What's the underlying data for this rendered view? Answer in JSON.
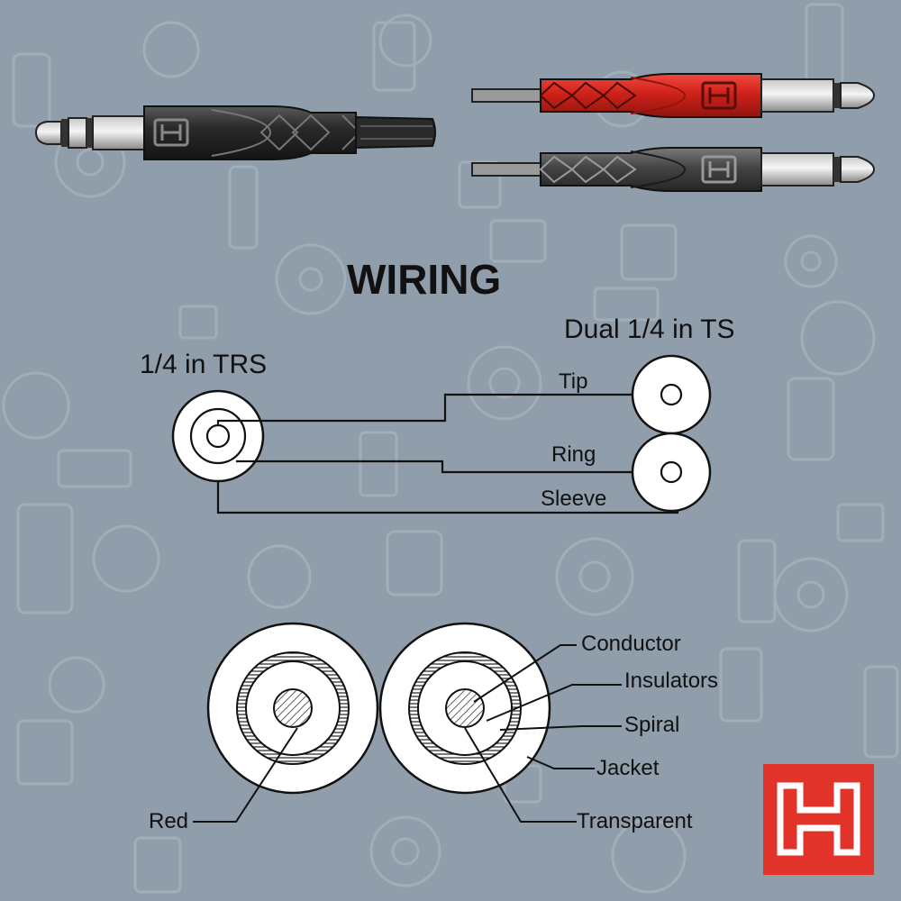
{
  "wiring": {
    "title": "WIRING",
    "trs_label": "1/4 in TRS",
    "ts_label": "Dual 1/4 in TS",
    "wires": [
      "Tip",
      "Ring",
      "Sleeve"
    ]
  },
  "cross_section": {
    "parts": [
      "Conductor",
      "Insulators",
      "Spiral",
      "Jacket",
      "Transparent"
    ],
    "left_core_label": "Red"
  },
  "brand": {
    "logo_color": "#e2332b",
    "logo_icon": "hosa-h-logo-icon"
  },
  "colors": {
    "background": "#8f9eaa",
    "line": "#111111",
    "red_plug": "#d42a24",
    "black_plug": "#2d2d2d"
  }
}
